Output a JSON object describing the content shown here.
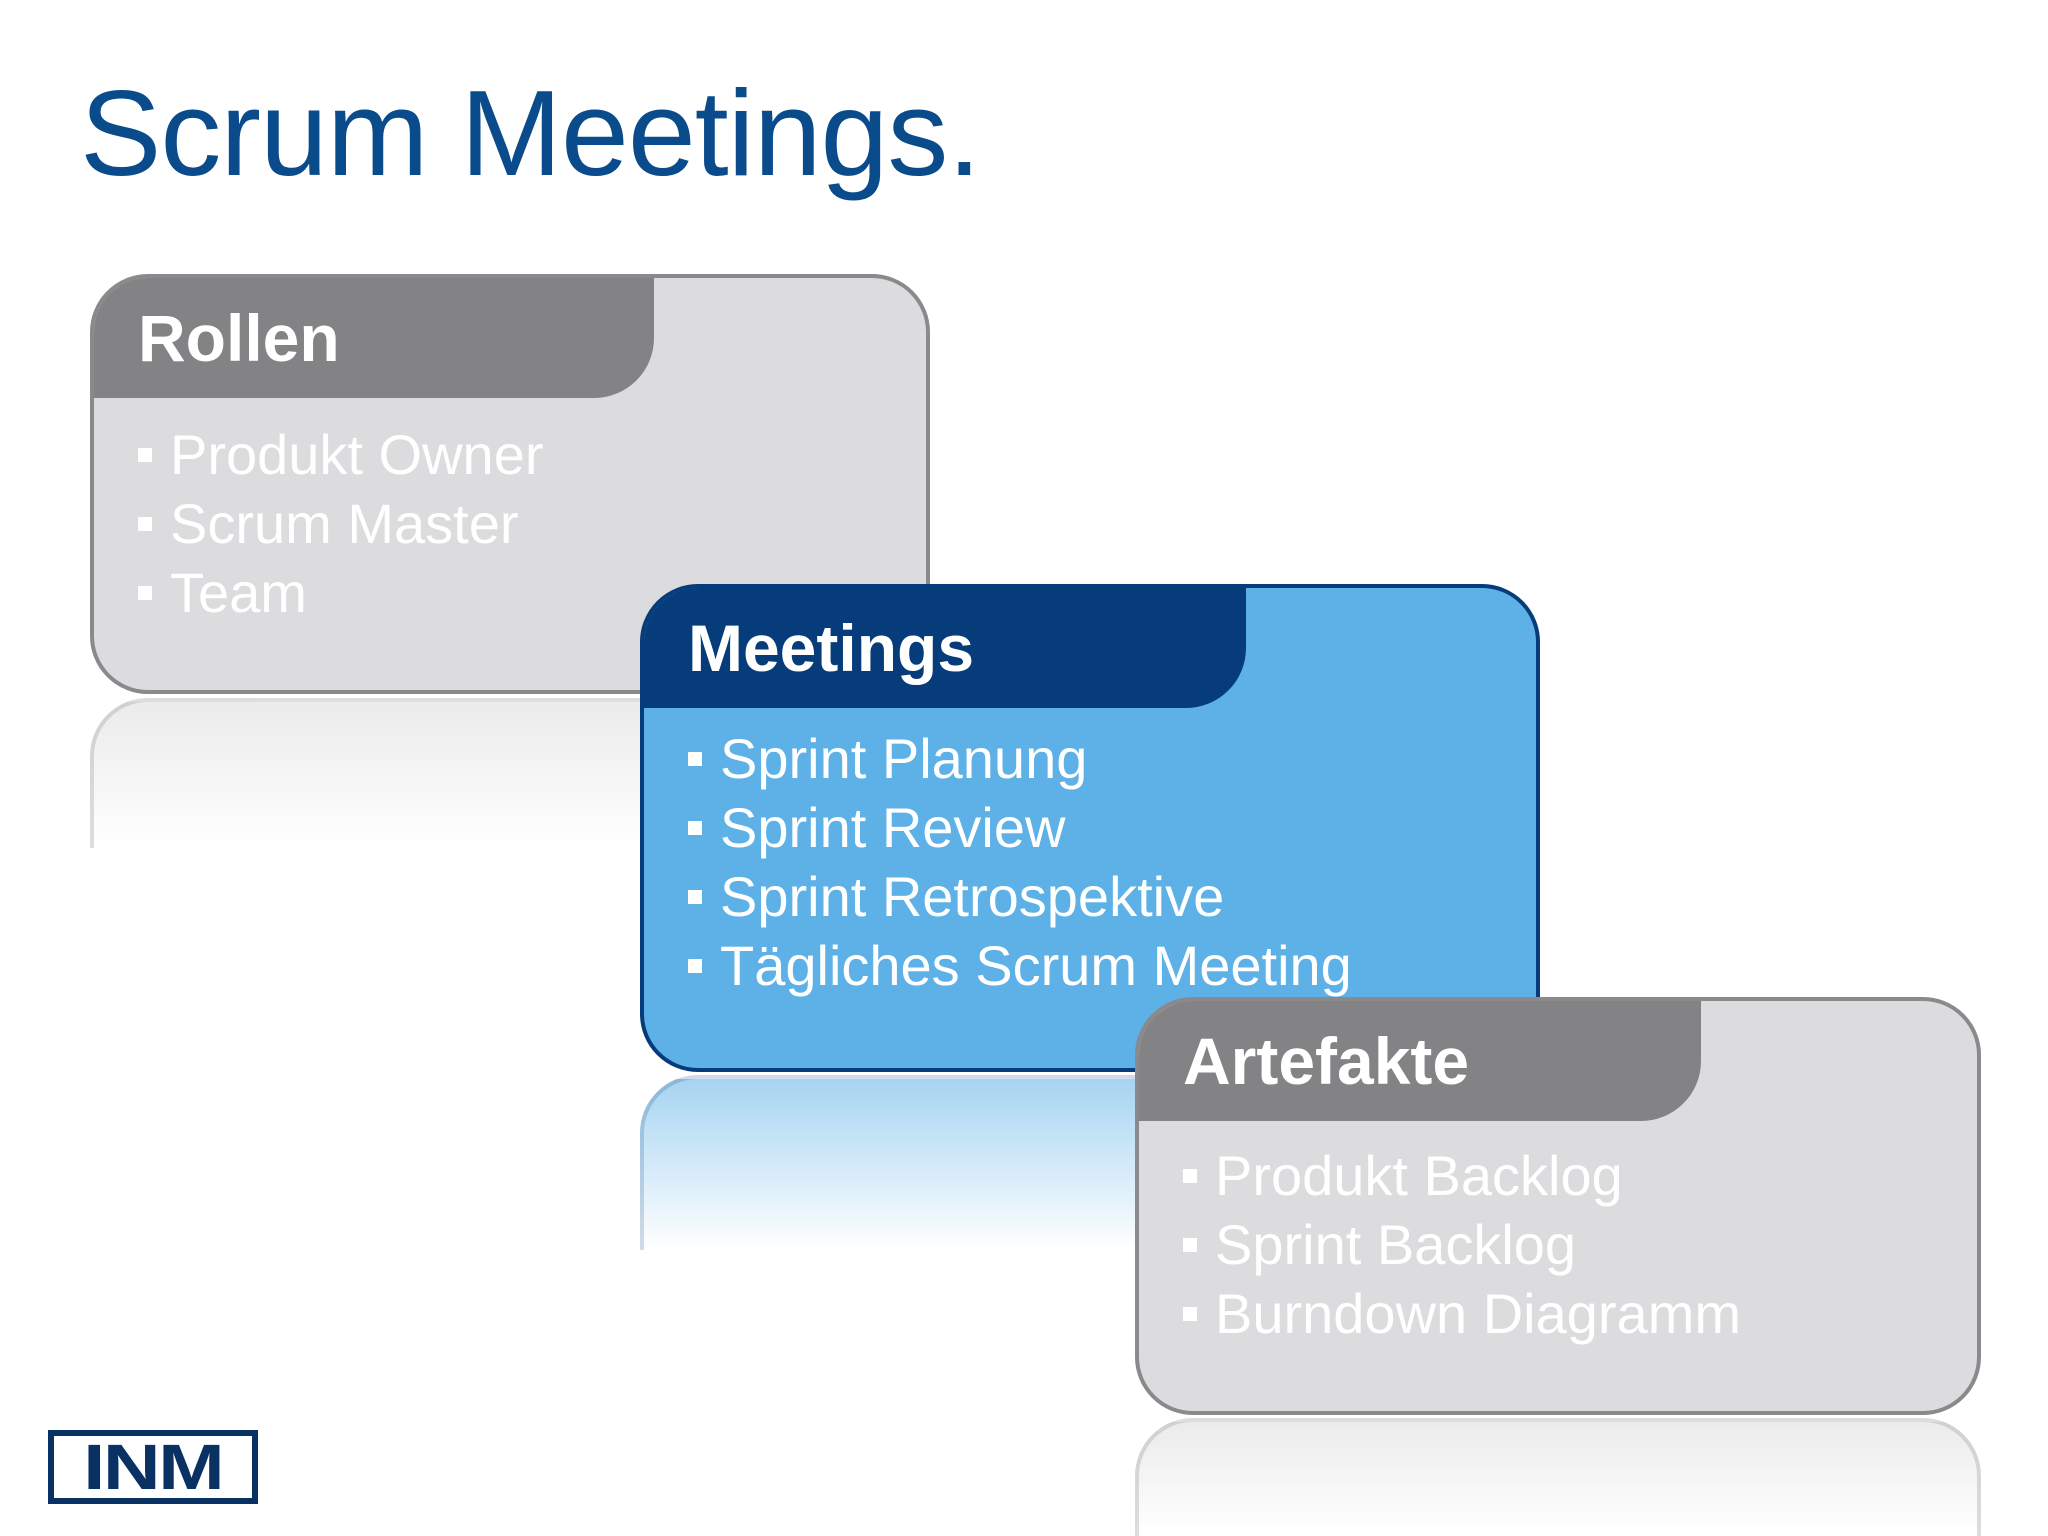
{
  "title": "Scrum Meetings.",
  "cards": [
    {
      "heading": "Rollen",
      "items": [
        "Produkt Owner",
        "Scrum Master",
        "Team"
      ]
    },
    {
      "heading": "Meetings",
      "items": [
        "Sprint Planung",
        "Sprint Review",
        "Sprint Retrospektive",
        "Tägliches Scrum Meeting"
      ]
    },
    {
      "heading": "Artefakte",
      "items": [
        "Produkt Backlog",
        "Sprint Backlog",
        "Burndown Diagramm"
      ]
    }
  ],
  "logo": "INM",
  "colors": {
    "title": "#0a4b8c",
    "gray_card": "#dcdbdd",
    "gray_tab": "#838285",
    "blue_card": "#5db1e6",
    "blue_tab": "#063c7a"
  }
}
